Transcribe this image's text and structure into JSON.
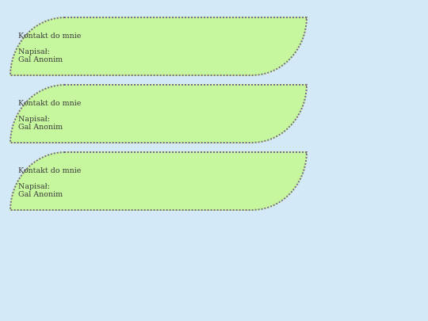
{
  "cards": [
    {
      "title": "Kontakt do mnie",
      "author_label": "Napisał:",
      "author_name": "Gal Anonim"
    },
    {
      "title": "Kontakt do mnie",
      "author_label": "Napisał:",
      "author_name": "Gal Anonim"
    },
    {
      "title": "Kontakt do mnie",
      "author_label": "Napisał:",
      "author_name": "Gal Anonim"
    }
  ],
  "colors": {
    "background": "#d4e9f8",
    "card_fill": "#c6f79e",
    "card_border": "#7a6a86",
    "text": "#3a3a3a"
  }
}
